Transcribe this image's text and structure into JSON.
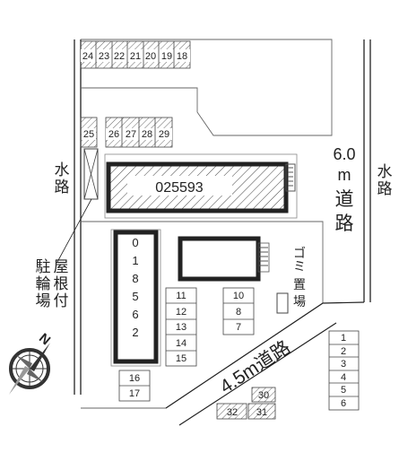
{
  "site_plan": {
    "main_building_code": "025593",
    "second_building_code": [
      "0",
      "1",
      "8",
      "5",
      "6",
      "2"
    ],
    "parking_row_top": [
      "24",
      "23",
      "22",
      "21",
      "20",
      "19",
      "18"
    ],
    "parking_row_mid": [
      "25",
      "26",
      "27",
      "28",
      "29"
    ],
    "parking_col_a": [
      "11",
      "12",
      "13",
      "14",
      "15"
    ],
    "parking_col_b": [
      "10",
      "8",
      "7"
    ],
    "parking_col_c": [
      "16",
      "17"
    ],
    "parking_col_d": [
      "1",
      "2",
      "3",
      "4",
      "5",
      "6"
    ],
    "parking_hatched_bottom": [
      "30",
      "32",
      "31"
    ]
  },
  "labels": {
    "canal_left": [
      "水",
      "路"
    ],
    "canal_right": [
      "水",
      "路"
    ],
    "road_main_width": "6.0",
    "road_main_unit": "m",
    "road_main_kanji": [
      "道",
      "路"
    ],
    "road_diagonal": "4.5m道路",
    "garbage": [
      "ゴ",
      "ミ",
      "置",
      "場"
    ],
    "bike_col_1": [
      "屋",
      "根",
      "付"
    ],
    "bike_col_2": [
      "駐",
      "輪",
      "場"
    ]
  },
  "compass": {
    "letter": "N",
    "icon": "compass-rose-icon"
  },
  "colors": {
    "line": "#222222",
    "building_fill": "#ffffff",
    "hatch": "#444444"
  }
}
